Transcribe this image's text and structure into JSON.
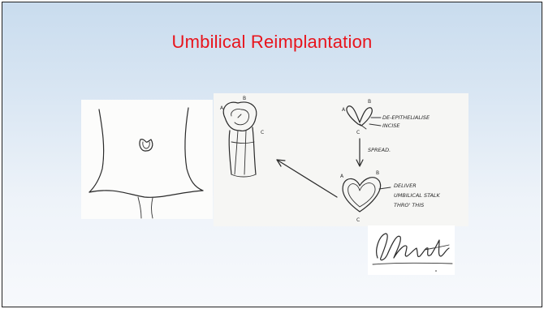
{
  "slide": {
    "title": "Umbilical Reimplantation"
  },
  "sketch_abdomen": {
    "description_icon": "abdomen-sketch-icon"
  },
  "sketch_steps": {
    "labels": {
      "a1": "A",
      "b1": "B",
      "c1": "C",
      "a2": "A",
      "b2": "B",
      "c2": "C",
      "a3": "A",
      "b3": "B",
      "c3": "C"
    },
    "note_1": "DE-EPITHELIALISE",
    "note_2": "INCISE",
    "note_3": "SPREAD.",
    "note_4_line1": "DELIVER",
    "note_4_line2": "UMBILICAL STALK",
    "note_4_line3": "THRO' THIS"
  },
  "signature": {
    "icon": "signature-icon"
  }
}
